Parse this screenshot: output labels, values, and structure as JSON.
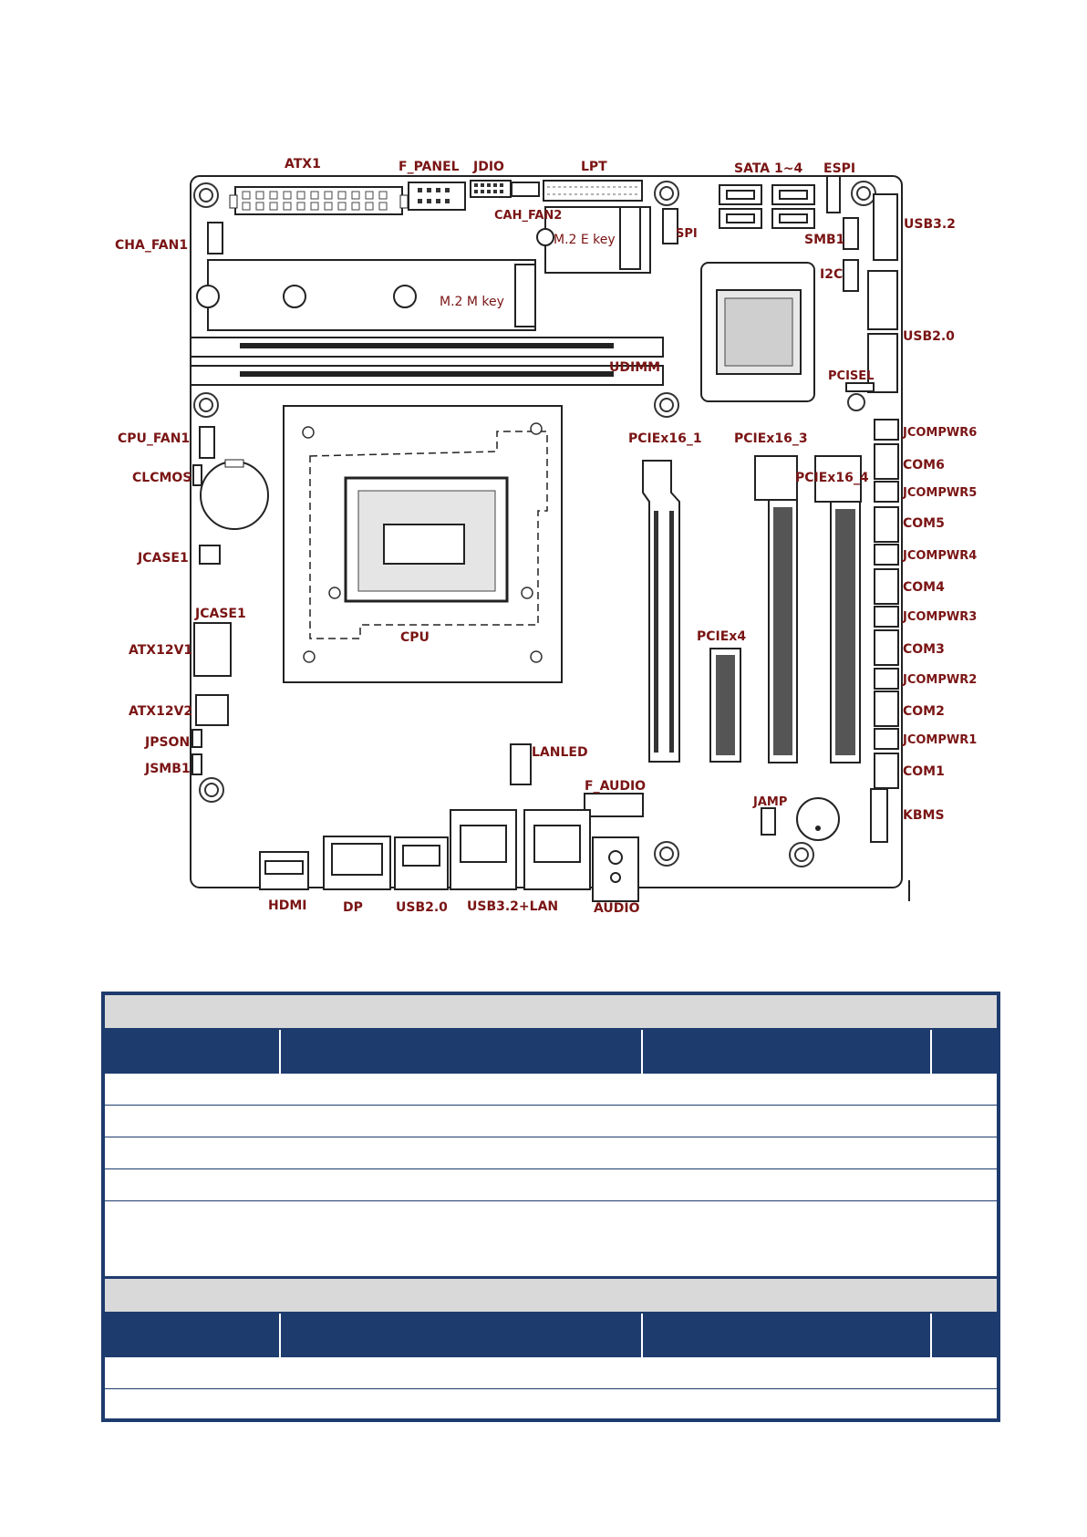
{
  "board": {
    "title": "",
    "labels": {
      "atx1": "ATX1",
      "f_panel": "F_PANEL",
      "jdio": "JDIO",
      "lpt": "LPT",
      "sata": "SATA 1~4",
      "espi": "ESPI",
      "usb32_top": "USB3.2",
      "cha_fan1": "CHA_FAN1",
      "cah_fan2": "CAH_FAN2",
      "m2_e": "M.2 E key",
      "spi": "SPI",
      "smb1": "SMB1",
      "i2c": "I2C",
      "m2_m": "M.2 M key",
      "usb20_top": "USB2.0",
      "udimm": "UDIMM",
      "pcisel": "PCISEL",
      "jcompwr6": "JCOMPWR6",
      "cpu_fan1": "CPU_FAN1",
      "pciex16_1": "PCIEx16_1",
      "pciex16_3": "PCIEx16_3",
      "com6": "COM6",
      "clcmos": "CLCMOS",
      "pciex16_4": "PCIEx16_4",
      "jcompwr5": "JCOMPWR5",
      "com5": "COM5",
      "jcase1_a": "JCASE1",
      "jcompwr4": "JCOMPWR4",
      "com4": "COM4",
      "jcase1_b": "JCASE1",
      "jcompwr3": "JCOMPWR3",
      "atx12v1": "ATX12V1",
      "cpu": "CPU",
      "pciex4": "PCIEx4",
      "com3": "COM3",
      "jcompwr2": "JCOMPWR2",
      "atx12v2": "ATX12V2",
      "com2": "COM2",
      "jpson": "JPSON",
      "jcompwr1": "JCOMPWR1",
      "lanled": "LANLED",
      "jsmb1": "JSMB1",
      "com1": "COM1",
      "f_audio": "F_AUDIO",
      "jamp": "JAMP",
      "kbms": "KBMS",
      "hdmi": "HDMI",
      "dp": "DP",
      "usb20_bottom": "USB2.0",
      "usb32_lan": "USB3.2+LAN",
      "audio": "AUDIO"
    }
  },
  "colors": {
    "label": "#7a1414",
    "table_border": "#1e3b6e",
    "table_header": "#1e3b6e",
    "table_title": "#d9d9d9"
  }
}
